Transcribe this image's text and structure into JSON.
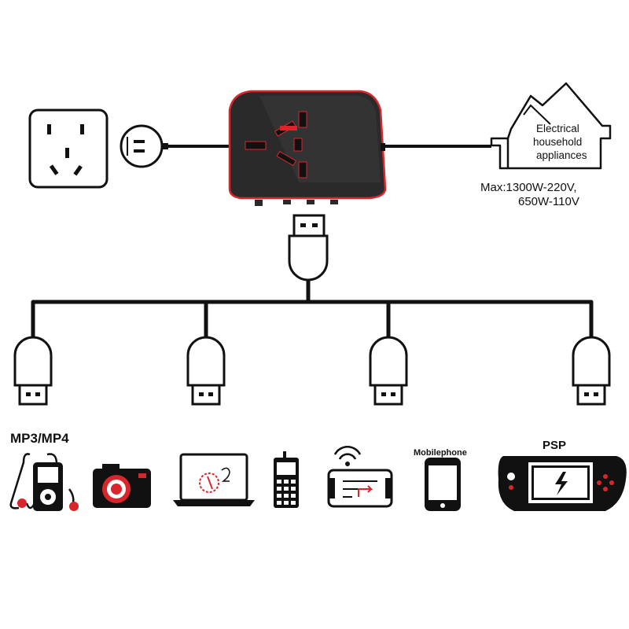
{
  "house": {
    "line1": "Electrical",
    "line2": "household",
    "line3": "appliances"
  },
  "max_rating": {
    "line1": "Max:1300W-220V,",
    "line2": "650W-110V"
  },
  "devices": {
    "mp3_label": "MP3/MP4",
    "mobile_label": "Mobilephone",
    "psp_label": "PSP"
  },
  "colors": {
    "line": "#111111",
    "adapter_body": "#2a2a2a",
    "accent_red": "#d9262c"
  },
  "icons": [
    "wall-socket-icon",
    "plug-icon",
    "travel-adapter-icon",
    "house-icon",
    "usb-plug-icon",
    "mp3-player-icon",
    "camera-icon",
    "laptop-icon",
    "cellphone-icon",
    "wifi-tablet-icon",
    "smartphone-icon",
    "psp-console-icon"
  ]
}
